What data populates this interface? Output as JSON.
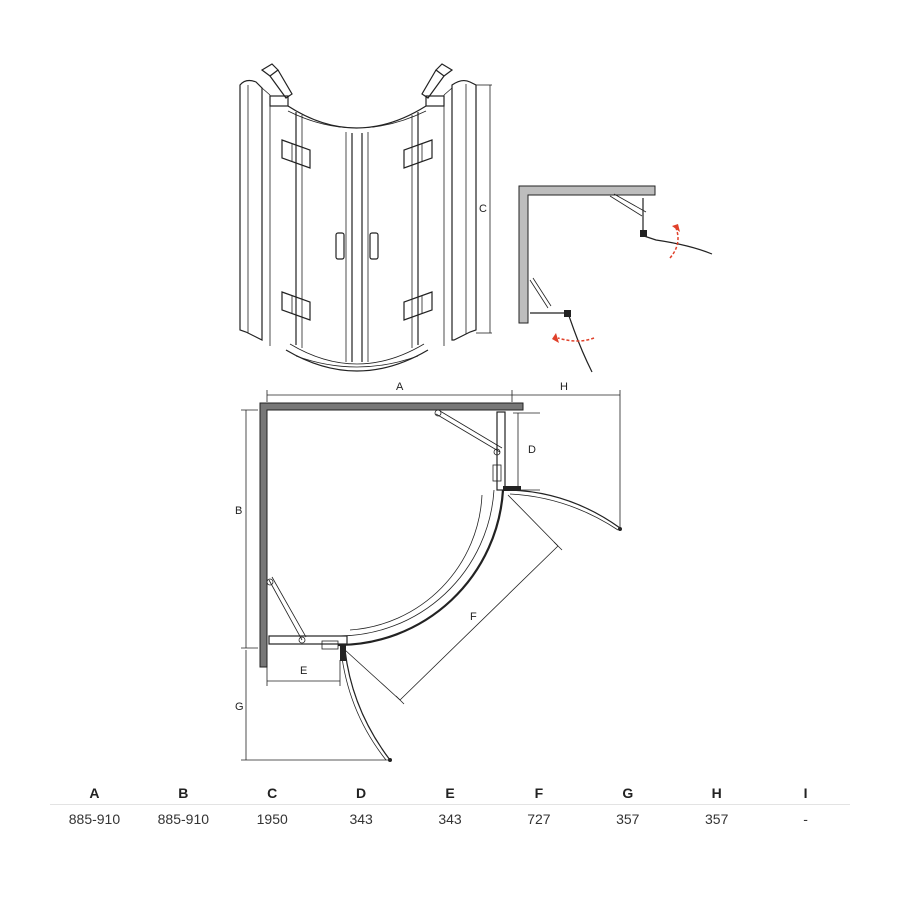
{
  "diagram": {
    "labels": {
      "A": "A",
      "B": "B",
      "C": "C",
      "D": "D",
      "E": "E",
      "F": "F",
      "G": "G",
      "H": "H"
    },
    "arrow_color": "#e0402a"
  },
  "table": {
    "headers": [
      "A",
      "B",
      "C",
      "D",
      "E",
      "F",
      "G",
      "H",
      "I"
    ],
    "values": [
      "885-910",
      "885-910",
      "1950",
      "343",
      "343",
      "727",
      "357",
      "357",
      "-"
    ]
  }
}
